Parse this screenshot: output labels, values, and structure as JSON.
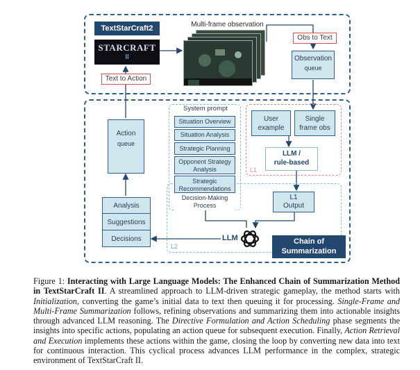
{
  "diagram": {
    "game_title": "TextStarCraft2",
    "game_logo_text": "STARCRAFT",
    "game_logo_numeral": "II",
    "multiframe_label": "Multi-frame observation",
    "obs_to_text": "Obs to Text",
    "observation_queue": {
      "line1": "Observation",
      "line2": "queue"
    },
    "text_to_action": "Text to Action",
    "action_queue": {
      "line1": "Action",
      "line2": "queue"
    },
    "system_prompt_label": "System prompt",
    "system_prompt_items": [
      "Situation Overview",
      "Situation Analysis",
      "Strategic Planning",
      "Opponent Strategy Analysis",
      "Strategic Recommendations",
      "Decision-Making Process"
    ],
    "user_example": "User example",
    "single_frame_obs": "Single frame obs",
    "llm_rule": {
      "line1": "LLM /",
      "line2": "rule-based"
    },
    "l1_label": "L1",
    "l1_output": {
      "line1": "L1",
      "line2": "Output"
    },
    "l2_label": "L2",
    "decision_items": [
      "Analysis",
      "Suggestions",
      "Decisions"
    ],
    "llm_label": "LLM",
    "chain_box": {
      "line1": "Chain of",
      "line2": "Summarization"
    },
    "colors": {
      "navy": "#22486f",
      "panel": "#cfe6ee",
      "dashed_blue": "#2f5e8e",
      "red": "#d9534f",
      "teal_dash": "#7ec4cf"
    }
  },
  "caption": {
    "figure_label": "Figure 1:",
    "title_bold": "Interacting with Large Language Models: The Enhanced Chain of Summarization Method in TextStarCraft II",
    "s1": ". A streamlined approach to LLM-driven strategic gameplay, the method starts with ",
    "i1": "Initialization",
    "s2": ", converting the game’s initial data to text then queuing it for processing. ",
    "i2": "Single-Frame and Multi-Frame Summarization",
    "s3": " follows, refining observations and summarizing them into actionable insights through advanced LLM reasoning. The ",
    "i3": "Directive Formulation and Action Scheduling",
    "s4": " phase segments the insights into specific actions, populating an action queue for subsequent execution. Finally, ",
    "i4": "Action Retrieval and Execution",
    "s5": " implements these actions within the game, closing the loop by converting new data into text for continuous interaction. This cyclical process advances LLM performance in the complex, strategic environment of TextStarCraft II."
  }
}
